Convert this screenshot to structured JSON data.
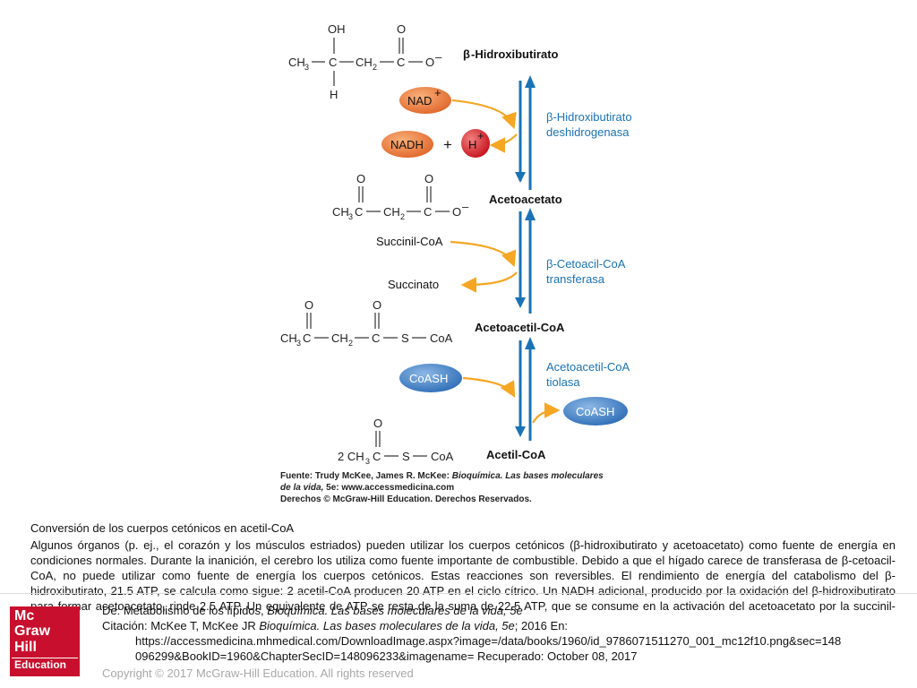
{
  "figure": {
    "molecules": {
      "m1_oh": "OH",
      "m1_ch3": "CH",
      "m1_ch3_sub": "3",
      "m1_c": "C",
      "m1_ch2": "CH",
      "m1_ch2_sub": "2",
      "m1_c2": "C",
      "m1_o": "O",
      "m1_ominus": "O",
      "m1_minus": "–",
      "m1_h": "H",
      "m2_ch3": "CH",
      "m2_ch3_sub": "3",
      "m2_c": "C",
      "m2_ch2": "CH",
      "m2_ch2_sub": "2",
      "m2_c2": "C",
      "m2_o1": "O",
      "m2_o2": "O",
      "m2_ominus": "O",
      "m2_minus": "–",
      "m3_ch3": "CH",
      "m3_ch3_sub": "3",
      "m3_c": "C",
      "m3_ch2": "CH",
      "m3_ch2_sub": "2",
      "m3_c2": "C",
      "m3_o1": "O",
      "m3_o2": "O",
      "m3_s": "S",
      "m3_coa": "CoA",
      "m4_prefix": "2 CH",
      "m4_sub": "3",
      "m4_c": "C",
      "m4_o": "O",
      "m4_s": "S",
      "m4_coa": "CoA"
    },
    "compounds": {
      "hydroxybutyrate_beta": "β",
      "hydroxybutyrate": "-Hidroxibutirato",
      "acetoacetate": "Acetoacetato",
      "acetoacetyl_coa": "Acetoacetil-CoA",
      "acetyl_coa": "Acetil-CoA"
    },
    "enzymes": {
      "e1_line1": "β-Hidroxibutirato",
      "e1_line2": "deshidrogenasa",
      "e2_line1": "β-Cetoacil-CoA",
      "e2_line2": "transferasa",
      "e3_line1": "Acetoacetil-CoA",
      "e3_line2": "tiolasa"
    },
    "cofactors": {
      "nad": "NAD",
      "nad_sup": "+",
      "nadh": "NADH",
      "plus": "+",
      "h": "H",
      "h_sup": "+",
      "succinyl_coa": "Succinil-CoA",
      "succinate": "Succinato",
      "coash_in": "CoASH",
      "coash_out": "CoASH"
    },
    "source": {
      "line1_a": "Fuente: Trudy McKee, James R. McKee: ",
      "line1_b": "Bioquímica. Las bases moleculares",
      "line2_a": "de la vida, ",
      "line2_b": "5e: www.accessmedicina.com",
      "line3": "Derechos © McGraw-Hill Education. Derechos Reservados."
    },
    "colors": {
      "arrow_blue": "#1a73b5",
      "curve_orange": "#f5a623",
      "nad_orange": "#ef7c3b",
      "proton_red": "#d9262b",
      "coash_blue": "#3f7fc4"
    }
  },
  "caption": {
    "title": "Conversión de los cuerpos cetónicos en acetil-CoA",
    "description": " Algunos órganos (p. ej., el corazón y los músculos estriados) pueden utilizar los cuerpos cetónicos (β-hidroxibutirato y acetoacetato) como fuente de energía en condiciones normales. Durante la inanición, el cerebro los utiliza como fuente importante de combustible. Debido a que el hígado carece de transferasa de β-cetoacil-CoA, no puede utilizar como fuente de energía los cuerpos cetónicos. Estas reacciones son reversibles. El rendimiento de energía del catabolismo del β-hidroxibutirato, 21.5 ATP, se calcula como sigue: 2 acetil-CoA producen 20 ATP en el ciclo cítrico. Un NADH adicional, producido por la oxidación del β-hidroxibutirato para formar acetoacetato, rinde 2.5 ATP. Un equivalente de ATP se resta de la suma de 22.5 ATP, que se consume en la activación del acetoacetato por la succinil-CoA."
  },
  "citation": {
    "from_a": "De: Metabolismo de los lípidos, ",
    "from_b": "Bioquímica. Las bases moleculares de la vida, 5e",
    "cite_a": "Citación: McKee T, McKee JR ",
    "cite_b": "Bioquímica. Las bases moleculares de la vida, 5e",
    "cite_c": "; 2016 En:",
    "url_line1": "https://accessmedicina.mhmedical.com/DownloadImage.aspx?image=/data/books/1960/id_9786071511270_001_mc12f10.png&sec=148",
    "url_line2": "096299&BookID=1960&ChapterSecID=148096233&imagename= Recuperado: October 08, 2017"
  },
  "copyright": "Copyright © 2017 McGraw-Hill Education. All rights reserved",
  "logo": {
    "l1": "Mc",
    "l2": "Graw",
    "l3": "Hill",
    "l4": "Education"
  }
}
